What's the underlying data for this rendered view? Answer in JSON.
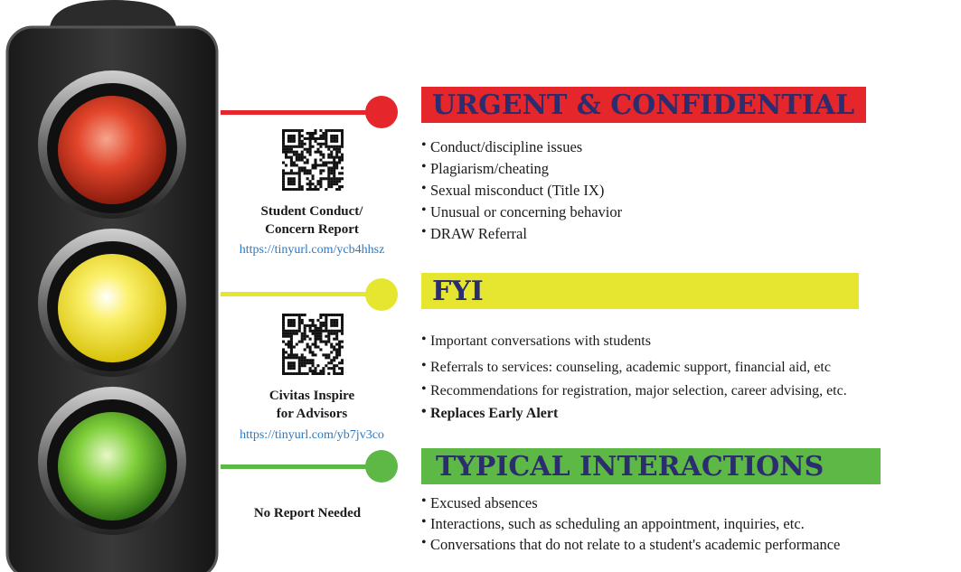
{
  "colors": {
    "red": "#e5262a",
    "yellow": "#e6e630",
    "green": "#5db846",
    "title_text": "#2b2d6e",
    "link": "#2b78c2"
  },
  "sections": [
    {
      "title": "URGENT & CONFIDENTIAL",
      "color": "#e5262a",
      "items": [
        "Conduct/discipline issues",
        "Plagiarism/cheating",
        "Sexual misconduct (Title IX)",
        "Unusual or concerning behavior",
        "DRAW Referral"
      ],
      "report_label_line1": "Student Conduct/",
      "report_label_line2": "Concern Report",
      "report_link": "https://tinyurl.com/ycb4hhsz",
      "icon": "qr-code-icon"
    },
    {
      "title": "FYI",
      "color": "#e6e630",
      "items": [
        "Important conversations with students",
        "Referrals to services: counseling, academic support, financial aid, etc",
        "Recommendations for registration, major selection, career advising, etc."
      ],
      "bold_item": "Replaces Early Alert",
      "report_label_line1": "Civitas Inspire",
      "report_label_line2": "for Advisors",
      "report_link": "https://tinyurl.com/yb7jv3co",
      "icon": "qr-code-icon"
    },
    {
      "title": "TYPICAL INTERACTIONS",
      "color": "#5db846",
      "items": [
        "Excused absences",
        "Interactions, such as scheduling an appointment, inquiries, etc.",
        "Conversations that do not relate to a student's academic performance"
      ],
      "report_label": "No Report Needed"
    }
  ]
}
